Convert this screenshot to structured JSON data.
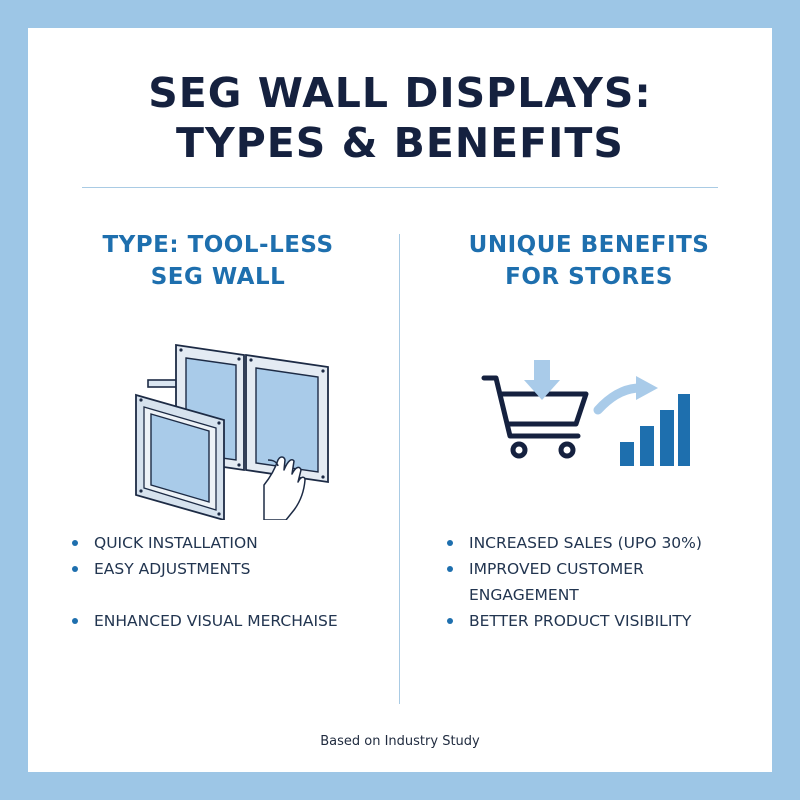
{
  "title": {
    "line1": "SEG WALL DISPLAYS:",
    "line2": "TYPES & BENEFITS"
  },
  "left_column": {
    "heading_line1": "TYPE: TOOL-LESS",
    "heading_line2": "SEG WALL",
    "illustration_icon": "seg-frame-assembly-icon",
    "bullets": [
      "QUICK INSTALLATION",
      "EASY ADJUSTMENTS",
      "ENHANCED VISUAL MERCHAISE"
    ]
  },
  "right_column": {
    "heading_line1": "UNIQUE BENEFITS",
    "heading_line2": "FOR STORES",
    "illustration_icon": "cart-growth-chart-icon",
    "bullets": [
      "INCREASED SALES (UPO 30%)",
      "IMPROVED CUSTOMER",
      "ENGAGEMENT",
      "BETTER PRODUCT VISIBILITY"
    ]
  },
  "footnote": "Based on Industry Study",
  "colors": {
    "background": "#9dc6e6",
    "title": "#15213f",
    "heading": "#1e6fae",
    "accent_light": "#a9cbe4",
    "bar_dark": "#1e6fae"
  }
}
